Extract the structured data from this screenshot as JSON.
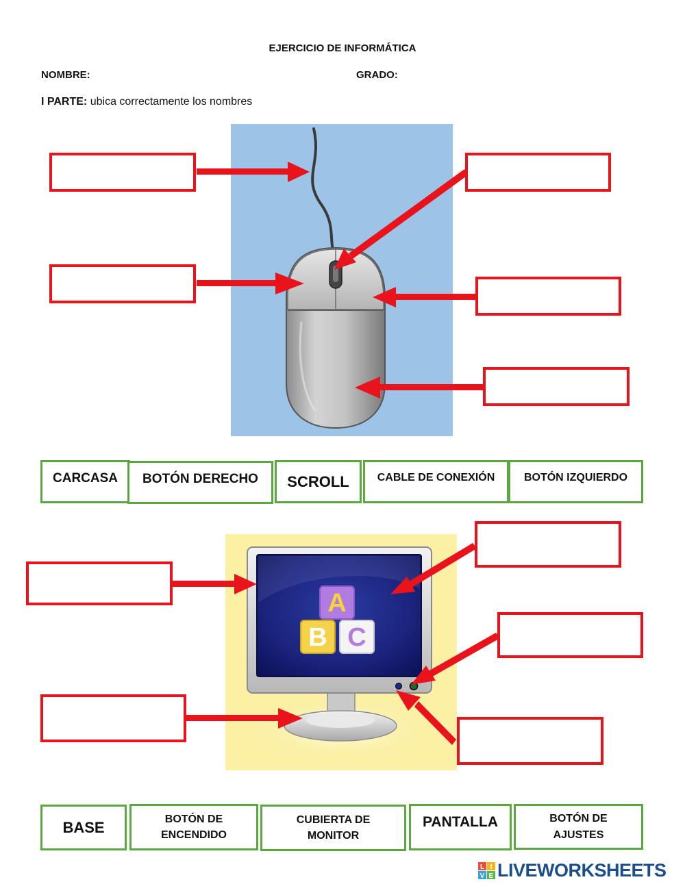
{
  "header": {
    "title": "EJERCICIO DE INFORMÁTICA",
    "name_label": "NOMBRE:",
    "grade_label": "GRADO:",
    "instruction_bold": "I PARTE:",
    "instruction_text": " ubica correctamente los nombres"
  },
  "mouse_section": {
    "word_bank": [
      "CARCASA",
      "BOTÓN DERECHO",
      "SCROLL",
      "CABLE DE CONEXIÓN",
      "BOTÓN IZQUIERDO"
    ]
  },
  "monitor_section": {
    "screen_letters": [
      "A",
      "B",
      "C"
    ],
    "word_bank": [
      "BASE",
      "BOTÓN DE ENCENDIDO",
      "CUBIERTA DE MONITOR",
      "PANTALLA",
      "BOTÓN DE AJUSTES"
    ]
  },
  "colors": {
    "answer_box_border": "#e8131b",
    "word_card_border": "#5aa83f",
    "mouse_background": "#9dc3e6",
    "monitor_background": "#fbf0a4",
    "brand": "#1a4f8c"
  },
  "footer": {
    "brand": "LIVEWORKSHEETS",
    "logo_letters": [
      "L",
      "I",
      "V",
      "E"
    ]
  }
}
